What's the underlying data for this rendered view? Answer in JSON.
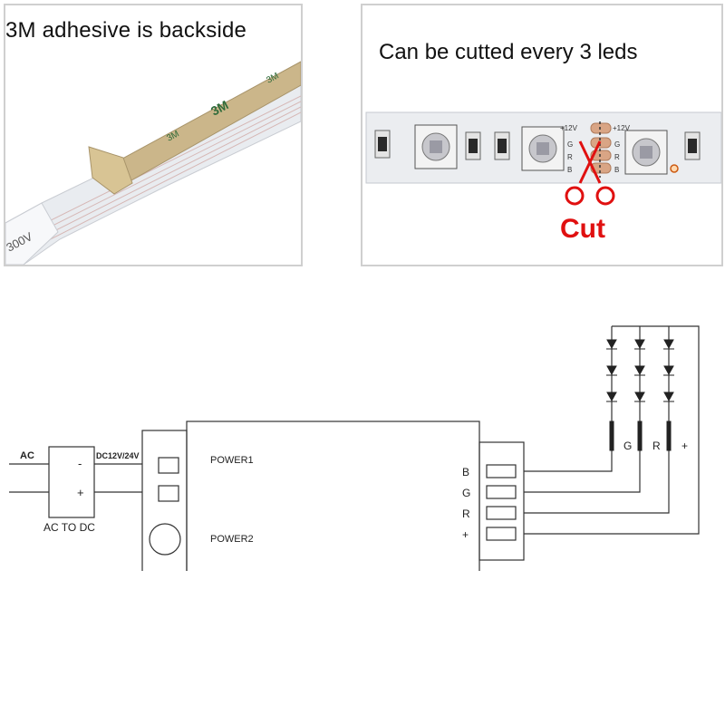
{
  "photo_left": {
    "caption": "3M adhesive is backside",
    "tape_printed_text": "3M",
    "strip_printed_text": "300V"
  },
  "photo_right": {
    "caption": "Can be cutted every 3 leds",
    "pad_labels_left": [
      "+12V",
      "G",
      "R",
      "B"
    ],
    "pad_labels_right": [
      "+12V",
      "G",
      "R",
      "B"
    ],
    "cut_label": "Cut",
    "cut_color": "#e01010"
  },
  "wiring": {
    "ac_label": "AC",
    "converter_label": "AC TO DC",
    "converter_minus": "-",
    "converter_plus": "+",
    "dc_label": "DC12V/24V",
    "power1_label": "POWER1",
    "power2_label": "POWER2",
    "output_pins": [
      "B",
      "G",
      "R",
      "+"
    ],
    "led_labels": [
      "G",
      "R",
      "+"
    ]
  }
}
